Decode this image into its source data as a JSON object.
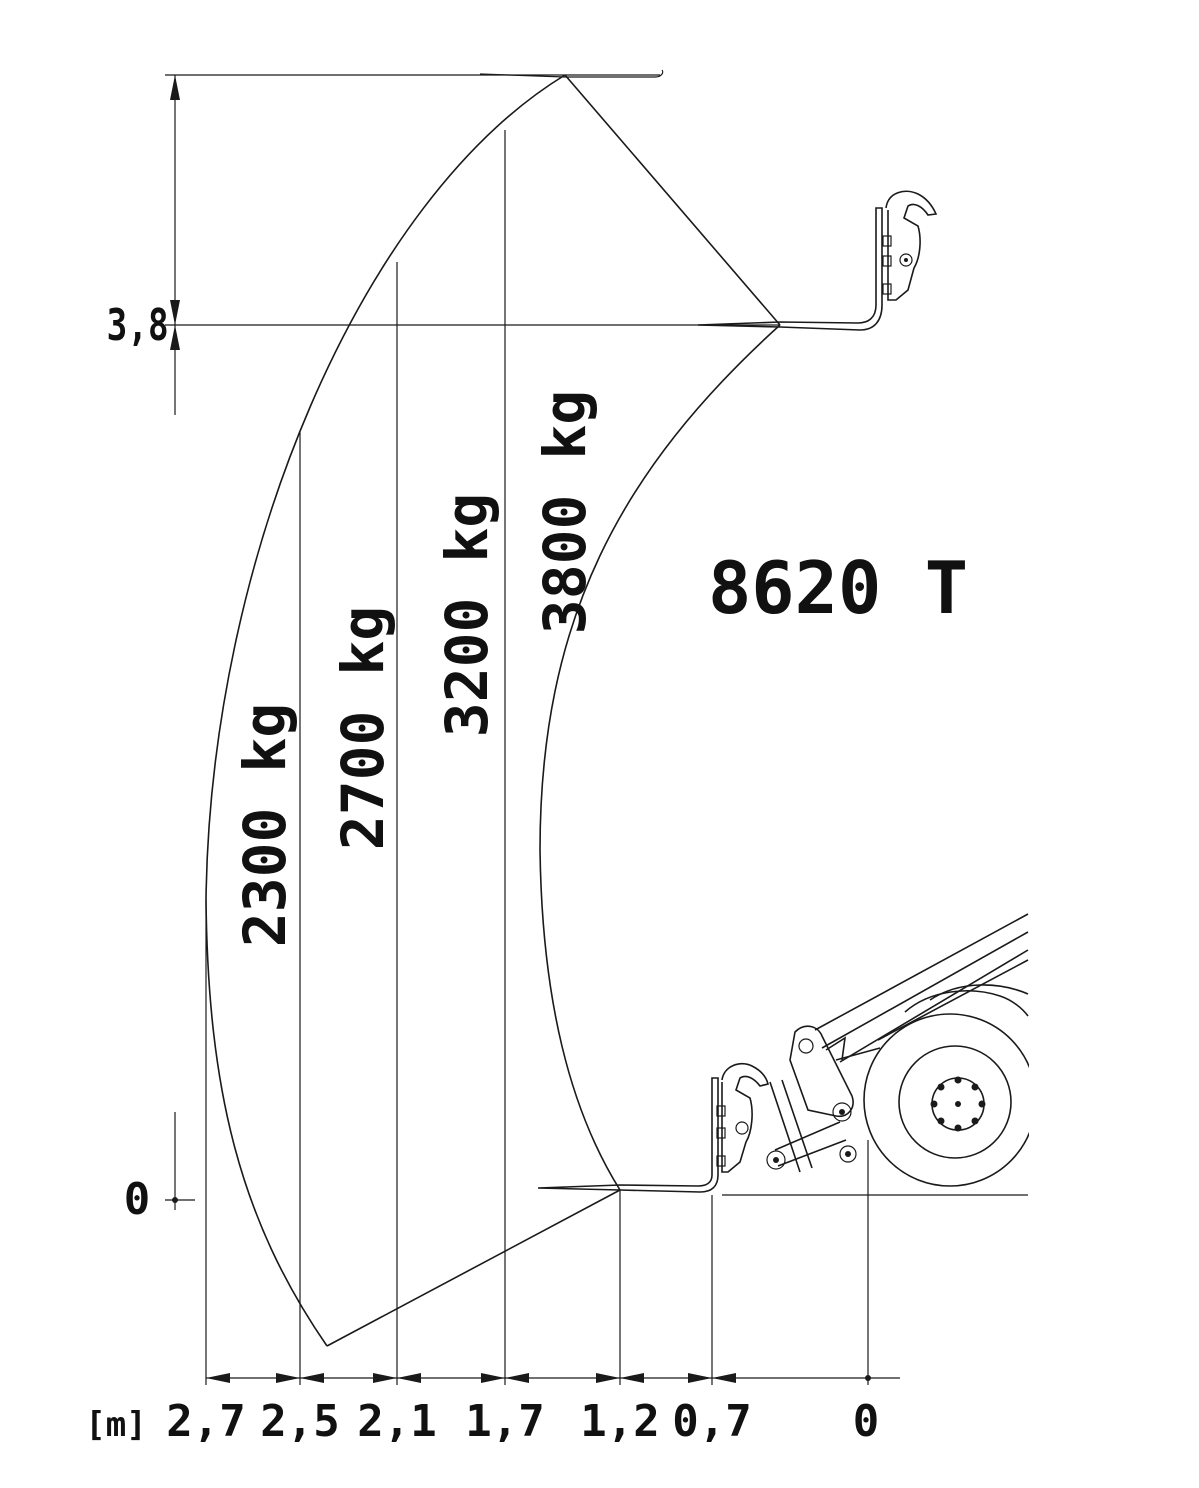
{
  "model": "8620 T",
  "unit_label": "[m]",
  "height_labels": {
    "top": "3,8",
    "ground": "0"
  },
  "reach_labels": [
    "2,7",
    "2,5",
    "2,1",
    "1,7",
    "1,2",
    "0,7",
    "0"
  ],
  "load_zones": [
    {
      "label": "2300 kg",
      "reach": "2,5"
    },
    {
      "label": "2700 kg",
      "reach": "2,1"
    },
    {
      "label": "3200 kg",
      "reach": "1,7"
    },
    {
      "label": "3800 kg",
      "reach": "1,2"
    }
  ],
  "colors": {
    "line": "#1a1a1a",
    "text": "#111111",
    "background": "#ffffff"
  }
}
